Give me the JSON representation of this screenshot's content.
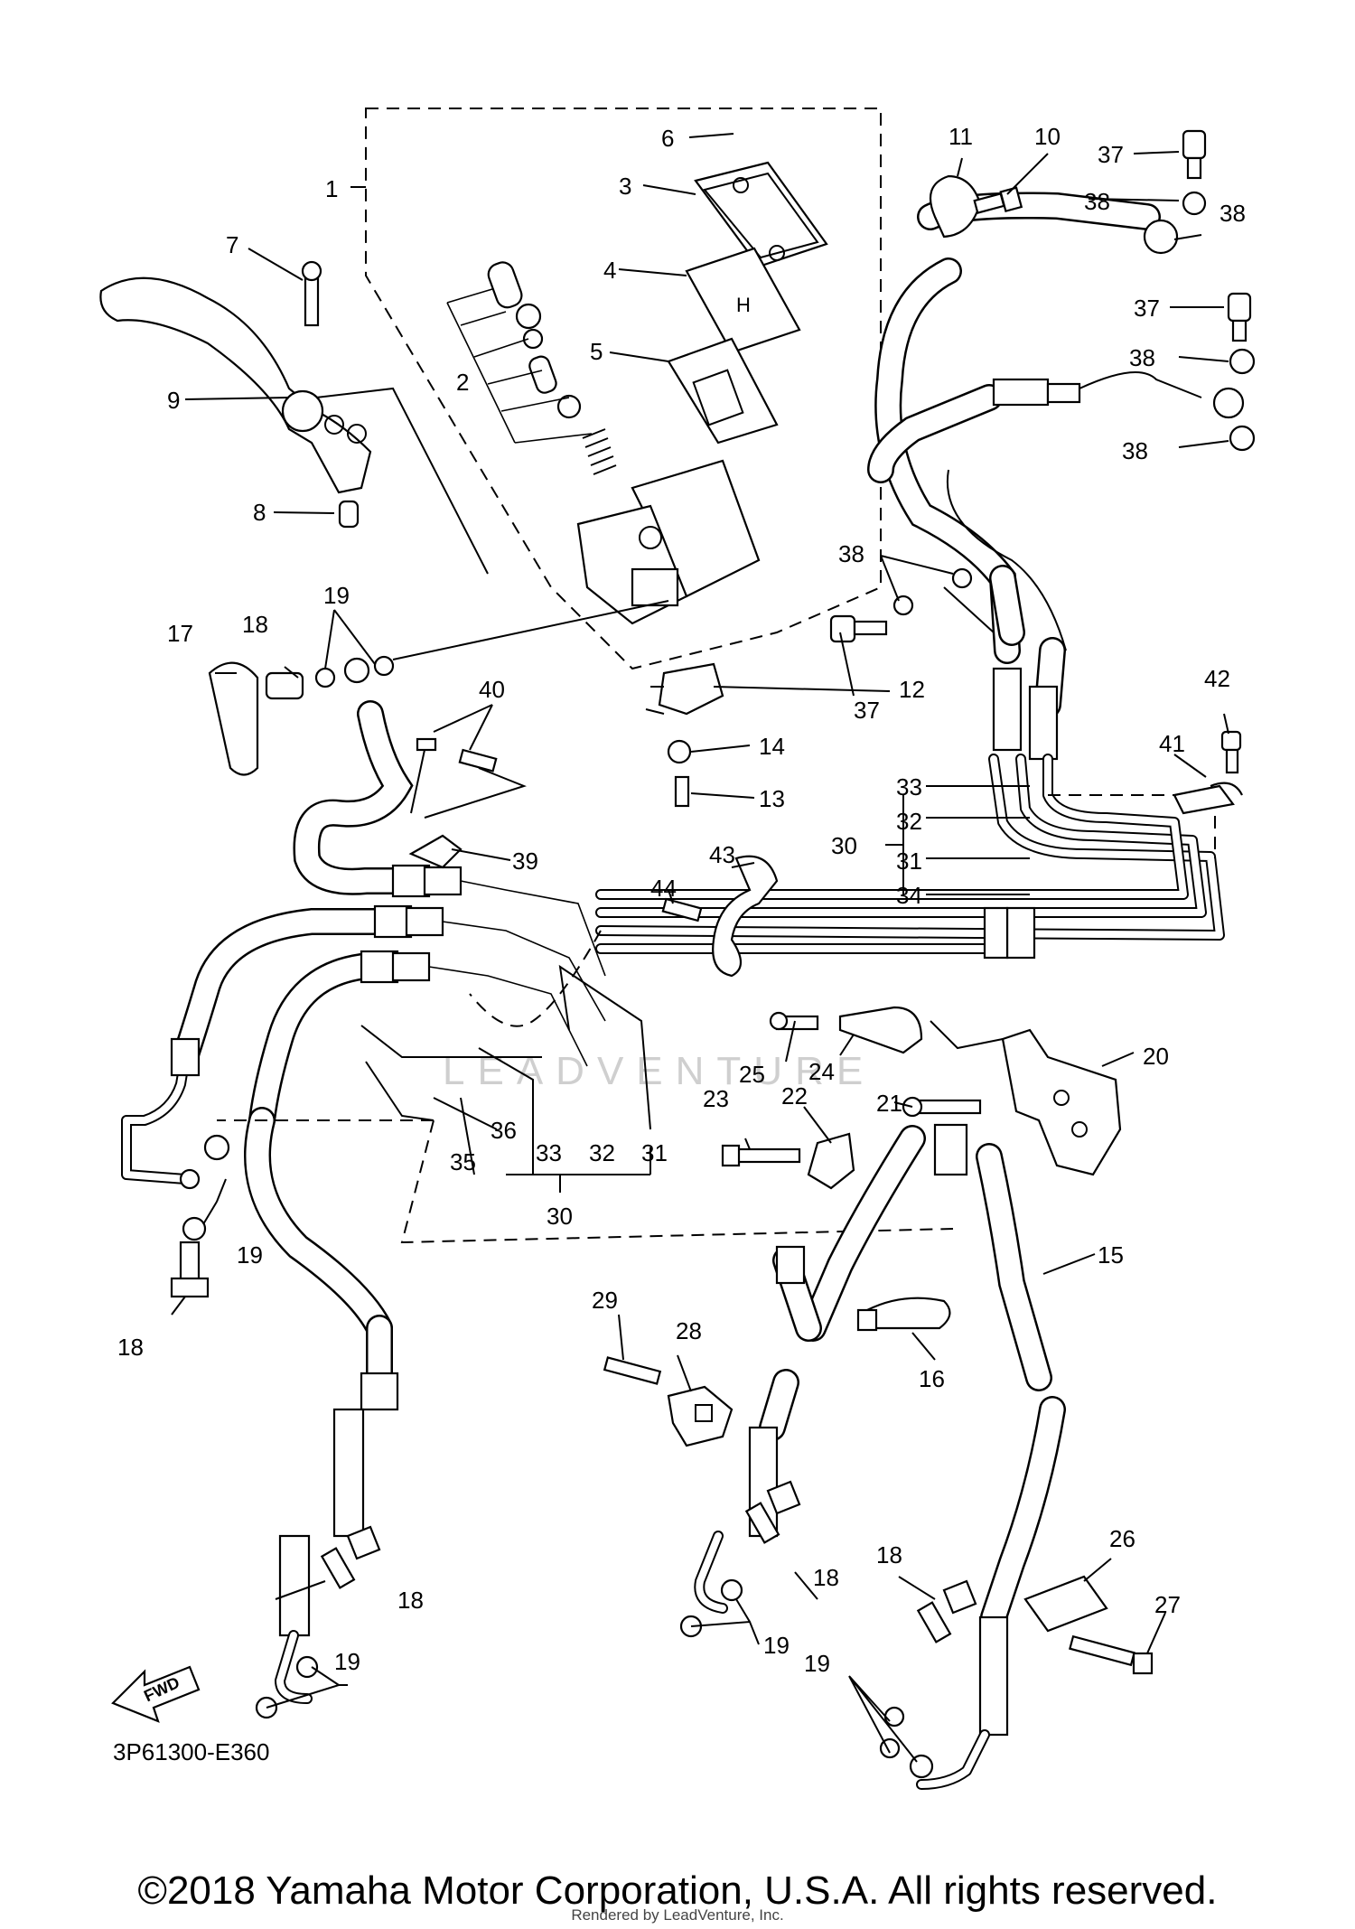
{
  "diagram": {
    "ref_code": "3P61300-E360",
    "fwd_label": "FWD",
    "watermark": "LEADVENTURE",
    "callouts": {
      "c1": "1",
      "c2": "2",
      "c3": "3",
      "c4": "4",
      "c5": "5",
      "c6": "6",
      "c7": "7",
      "c8": "8",
      "c9": "9",
      "c10": "10",
      "c11": "11",
      "c12": "12",
      "c13": "13",
      "c14": "14",
      "c15": "15",
      "c16": "16",
      "c17": "17",
      "c18a": "18",
      "c18b": "18",
      "c18c": "18",
      "c18d": "18",
      "c18e": "18",
      "c19a": "19",
      "c19b": "19",
      "c19c": "19",
      "c19d": "19",
      "c19e": "19",
      "c20": "20",
      "c21": "21",
      "c22": "22",
      "c23": "23",
      "c24": "24",
      "c25": "25",
      "c26": "26",
      "c27": "27",
      "c28": "28",
      "c29": "29",
      "c30a": "30",
      "c30b": "30",
      "c31a": "31",
      "c31b": "31",
      "c32a": "32",
      "c32b": "32",
      "c33a": "33",
      "c33b": "33",
      "c34": "34",
      "c35": "35",
      "c36": "36",
      "c37a": "37",
      "c37b": "37",
      "c37c": "37",
      "c38a": "38",
      "c38b": "38",
      "c38c": "38",
      "c38d": "38",
      "c38e": "38",
      "c39": "39",
      "c40": "40",
      "c41": "41",
      "c42": "42",
      "c43": "43",
      "c44": "44"
    }
  },
  "footer": {
    "copyright": "©2018 Yamaha Motor Corporation, U.S.A. All rights reserved.",
    "rendered_by": "Rendered by LeadVenture, Inc."
  }
}
